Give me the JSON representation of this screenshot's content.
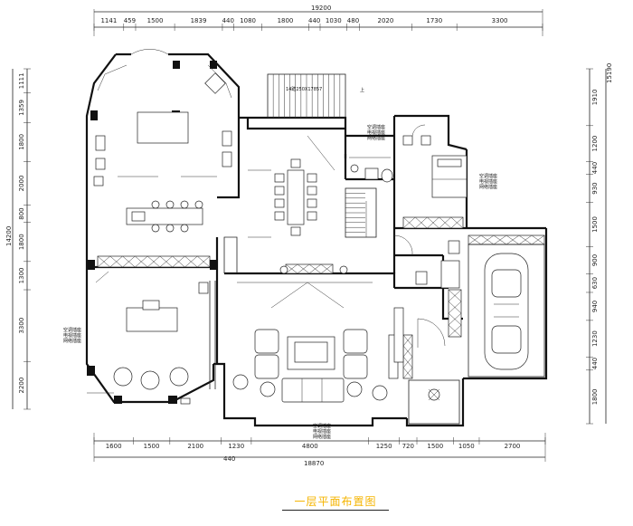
{
  "title": "一层平面布置图",
  "top_dims": {
    "total": "19200",
    "segments": [
      "1141",
      "459",
      "1500",
      "1839",
      "440",
      "1080",
      "1800",
      "440",
      "1030",
      "480",
      "2020",
      "1730",
      "3300"
    ]
  },
  "bottom_dims": {
    "total": "18870",
    "segments": [
      "1600",
      "1500",
      "2100",
      "1230",
      "4800",
      "1250",
      "720",
      "1500",
      "1050",
      "2700"
    ],
    "small": "440"
  },
  "left_dims": {
    "total": "14200",
    "segments": [
      "1111",
      "1359",
      "1800",
      "2000",
      "800",
      "1800",
      "1300",
      "3300",
      "2200"
    ]
  },
  "right_dims": {
    "total": "15190",
    "segments": [
      "1910",
      "1200",
      "440",
      "930",
      "1500",
      "900",
      "630",
      "940",
      "1230",
      "440",
      "1800"
    ]
  },
  "stair_label": "14踏250X17857",
  "stair_up": "上",
  "notes": [
    "空调插座",
    "电视插座",
    "网络插座"
  ]
}
